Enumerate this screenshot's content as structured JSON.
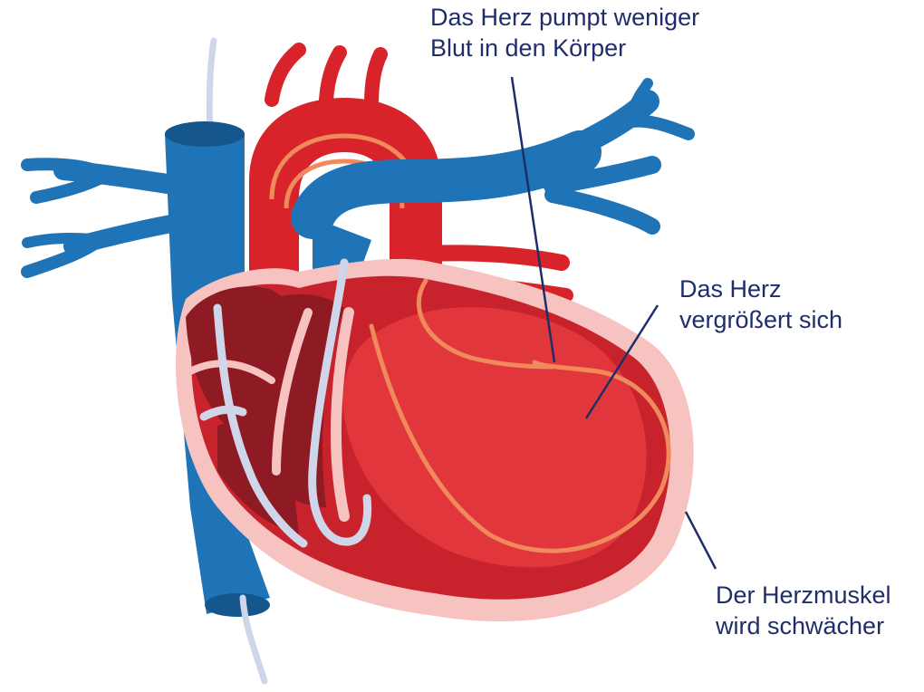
{
  "labels": {
    "pumps_less": {
      "line1": "Das Herz pumpt weniger",
      "line2": "Blut in den Körper"
    },
    "enlarges": {
      "line1": "Das Herz",
      "line2": "vergrößert sich"
    },
    "muscle_weakens": {
      "line1": "Der Herzmuskel",
      "line2": "wird schwächer"
    }
  },
  "colors": {
    "label_text": "#1f2e6b",
    "leader_line": "#1f2e6b",
    "vein_blue": "#1f73b7",
    "vein_blue_dark": "#15568c",
    "artery_red": "#d8232a",
    "heart_red": "#c8232c",
    "heart_light": "#e8363c",
    "heart_dark": "#8e1a24",
    "pericardium_pink": "#f6c3c1",
    "conduction_orange": "#f08a5d",
    "nerve_white": "#cfd6ea"
  }
}
